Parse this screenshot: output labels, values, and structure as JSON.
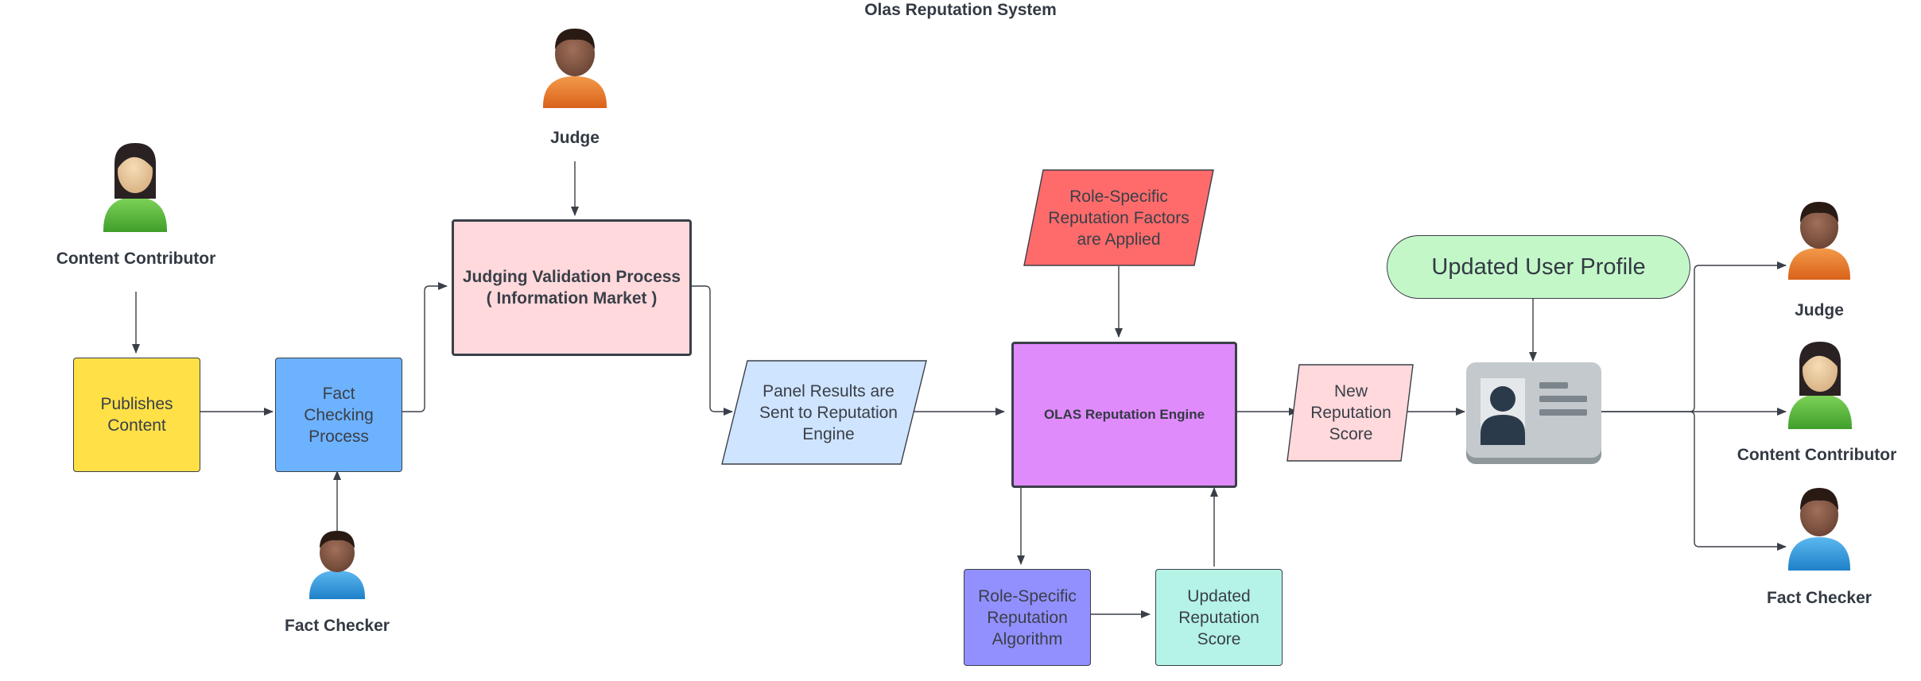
{
  "title": "Olas Reputation System",
  "actors": {
    "judge_top": "Judge",
    "content_contributor_left": "Content Contributor",
    "fact_checker_bottom": "Fact Checker",
    "judge_right": "Judge",
    "content_contributor_right": "Content Contributor",
    "fact_checker_right": "Fact Checker"
  },
  "nodes": {
    "publishes_content": "Publishes Content",
    "fact_checking_process": "Fact Checking Process",
    "judging_validation": "Judging Validation Process ( Information Market )",
    "panel_results": "Panel Results are Sent to Reputation Engine",
    "role_specific_factors": "Role-Specific Reputation Factors are Applied",
    "olas_engine": "OLAS Reputation Engine",
    "role_specific_algorithm": "Role-Specific Reputation Algorithm",
    "updated_score": "Updated Reputation Score",
    "new_score": "New Reputation Score",
    "updated_profile": "Updated User Profile"
  },
  "colors": {
    "publishes_content": "#ffe047",
    "fact_checking_process": "#6db2ff",
    "judging_validation": "#ffd9dc",
    "panel_results": "#cfe4ff",
    "role_specific_factors": "#ff6b6b",
    "olas_engine": "#e08bfb",
    "role_specific_algorithm": "#928fff",
    "updated_score": "#b4f3e6",
    "new_score": "#ffd9dc",
    "updated_profile": "#c3f7c8",
    "connector": "#3a3f48"
  }
}
